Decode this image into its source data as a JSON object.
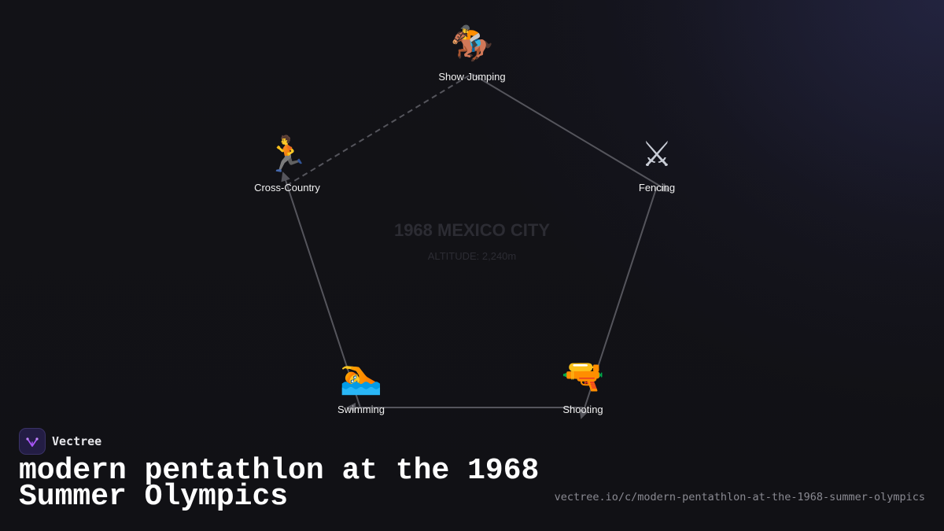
{
  "diagram": {
    "center_title": "1968 MEXICO CITY",
    "center_subtitle": "ALTITUDE: 2,240m",
    "nodes": [
      {
        "id": "show-jumping",
        "label": "Show Jumping",
        "icon": "horse-racing-icon",
        "glyph": "🏇"
      },
      {
        "id": "fencing",
        "label": "Fencing",
        "icon": "crossed-swords-icon",
        "glyph": "⚔"
      },
      {
        "id": "shooting",
        "label": "Shooting",
        "icon": "pistol-icon",
        "glyph": "🔫"
      },
      {
        "id": "swimming",
        "label": "Swimming",
        "icon": "swimmer-icon",
        "glyph": "🏊"
      },
      {
        "id": "cross-country",
        "label": "Cross-Country",
        "icon": "runner-icon",
        "glyph": "🏃"
      }
    ],
    "edges": [
      {
        "from": "show-jumping",
        "to": "fencing",
        "style": "solid"
      },
      {
        "from": "fencing",
        "to": "shooting",
        "style": "solid"
      },
      {
        "from": "shooting",
        "to": "swimming",
        "style": "solid"
      },
      {
        "from": "swimming",
        "to": "cross-country",
        "style": "solid"
      },
      {
        "from": "cross-country",
        "to": "show-jumping",
        "style": "dashed"
      }
    ]
  },
  "footer": {
    "brand": "Vectree",
    "title": "modern pentathlon at the 1968 Summer Olympics",
    "url": "vectree.io/c/modern-pentathlon-at-the-1968-summer-olympics"
  },
  "colors": {
    "background": "#111116",
    "edge": "#55555c",
    "center_text": "#2c2c33",
    "brand_accent": "#a855f7"
  }
}
